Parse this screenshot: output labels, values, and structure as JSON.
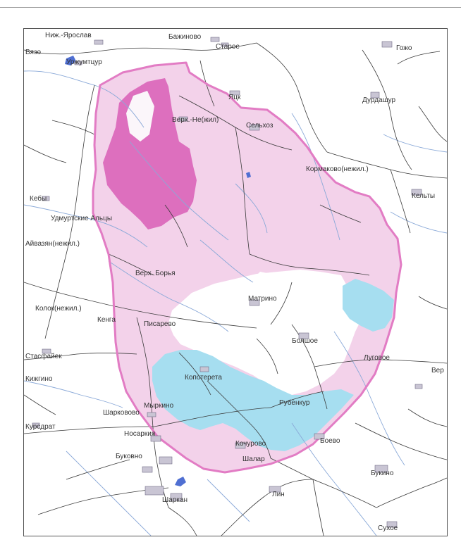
{
  "colors": {
    "boundary": "#e27cc4",
    "zone_dark": "#dd6fbe",
    "zone_light": "#f3d2ea",
    "zone_blue": "#a6def0",
    "water": "#4f6fd2",
    "road": "#3a3a3a",
    "river": "#8aa9d8"
  },
  "places": [
    {
      "id": "nyk-yaroslav",
      "label": "Ниж.-Ярослав"
    },
    {
      "id": "vyaz",
      "label": "Вязо"
    },
    {
      "id": "urzhumtsur",
      "label": "Уржумтцур"
    },
    {
      "id": "bazhinovo",
      "label": "Бажиново"
    },
    {
      "id": "staroe",
      "label": "Старое"
    },
    {
      "id": "gozhe",
      "label": "Гожо"
    },
    {
      "id": "durdashur",
      "label": "Дурдашур"
    },
    {
      "id": "yatsk",
      "label": "Яцк"
    },
    {
      "id": "verkh-nezhil",
      "label": "Верх.-Не(жил)"
    },
    {
      "id": "selkhoz",
      "label": "Сельхоз"
    },
    {
      "id": "kormakovo",
      "label": "Кормаково(нежил.)"
    },
    {
      "id": "keby",
      "label": "Кебы"
    },
    {
      "id": "kelty",
      "label": "Кельты"
    },
    {
      "id": "udm-altsy",
      "label": "Удмуртские Альцы"
    },
    {
      "id": "ayvain",
      "label": "Айвазян(нежил.)"
    },
    {
      "id": "verkh-borya",
      "label": "Верх. Борья"
    },
    {
      "id": "matrinivo",
      "label": "Матрино"
    },
    {
      "id": "kolok",
      "label": "Колок(нежил.)"
    },
    {
      "id": "kenga",
      "label": "Кенга"
    },
    {
      "id": "pisarevo",
      "label": "Писарево"
    },
    {
      "id": "bolshoe",
      "label": "Болшое"
    },
    {
      "id": "stasfaiek",
      "label": "Стасфайек"
    },
    {
      "id": "lugovoe",
      "label": "Луговое"
    },
    {
      "id": "ver",
      "label": "Вер"
    },
    {
      "id": "kizhgino",
      "label": "Кижгино"
    },
    {
      "id": "kopotereta",
      "label": "Копотерета"
    },
    {
      "id": "sharkovo",
      "label": "Шарковово"
    },
    {
      "id": "myrkino",
      "label": "Мыркино"
    },
    {
      "id": "rubenkur",
      "label": "Рубенкур"
    },
    {
      "id": "kuredrat",
      "label": "Курсдрат"
    },
    {
      "id": "nosarkiya",
      "label": "Носаркия"
    },
    {
      "id": "kochurovo",
      "label": "Кочурово"
    },
    {
      "id": "boevo",
      "label": "Боево"
    },
    {
      "id": "bukovno",
      "label": "Буковно"
    },
    {
      "id": "shalar",
      "label": "Шалар"
    },
    {
      "id": "sharkan",
      "label": "Шаркан"
    },
    {
      "id": "lin",
      "label": "Лин"
    },
    {
      "id": "bukino",
      "label": "Букино"
    },
    {
      "id": "sukhoe",
      "label": "Сухое"
    }
  ]
}
